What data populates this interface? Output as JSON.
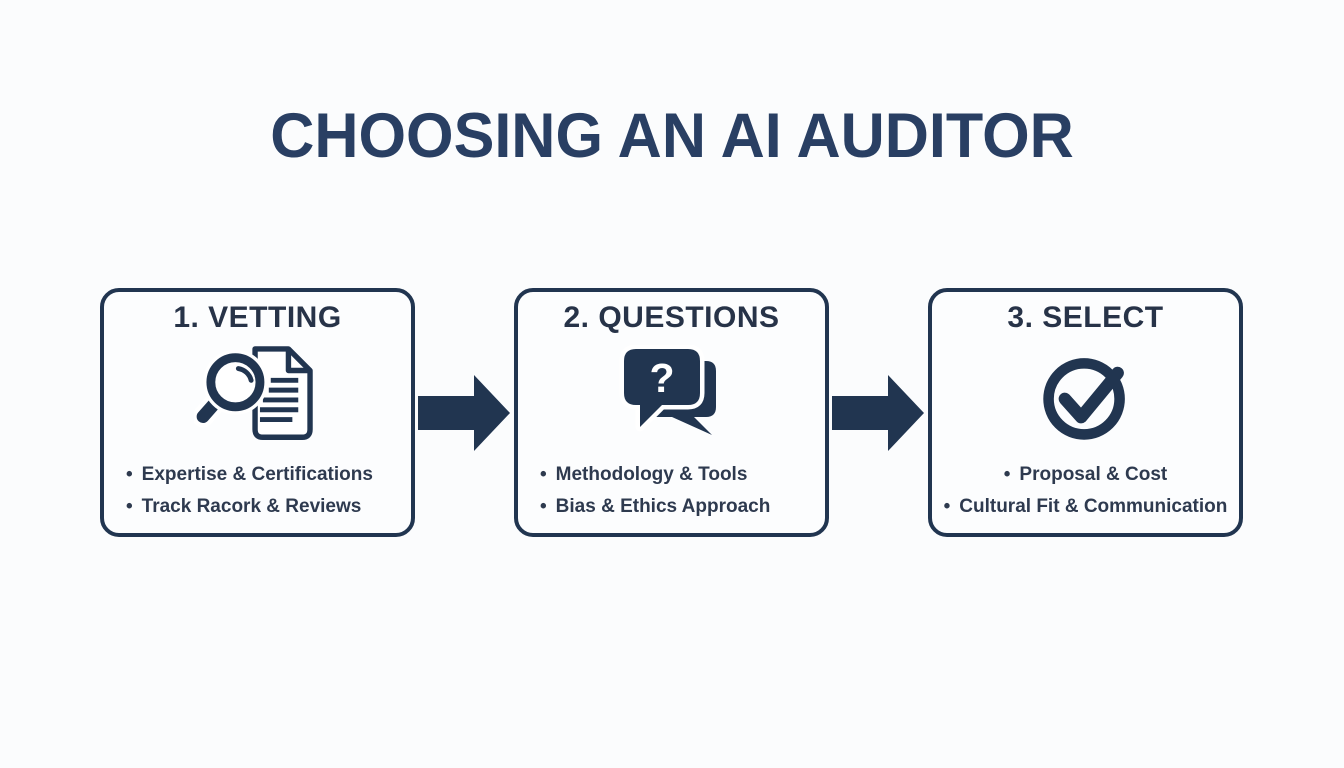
{
  "title": "CHOOSING AN AI AUDITOR",
  "bullet_char": "•",
  "colors": {
    "navy": "#213550",
    "title": "#293f63",
    "heading": "#273348",
    "text": "#2e3a4f",
    "background": "#fbfcfd",
    "card_background": "#fcfdfe"
  },
  "steps": [
    {
      "heading": "1. VETTING",
      "icon": "magnifier-document-icon",
      "bullets": [
        "Expertise & Certifications",
        "Track Racork & Reviews"
      ]
    },
    {
      "heading": "2. QUESTIONS",
      "icon": "question-chat-icon",
      "question_mark": "?",
      "bullets": [
        "Methodology & Tools",
        "Bias & Ethics Approach"
      ]
    },
    {
      "heading": "3. SELECT",
      "icon": "check-circle-icon",
      "bullets": [
        "Proposal & Cost",
        "Cultural Fit & Communication"
      ]
    }
  ],
  "connectors": [
    {
      "icon": "arrow-right-icon"
    },
    {
      "icon": "arrow-right-icon"
    }
  ]
}
